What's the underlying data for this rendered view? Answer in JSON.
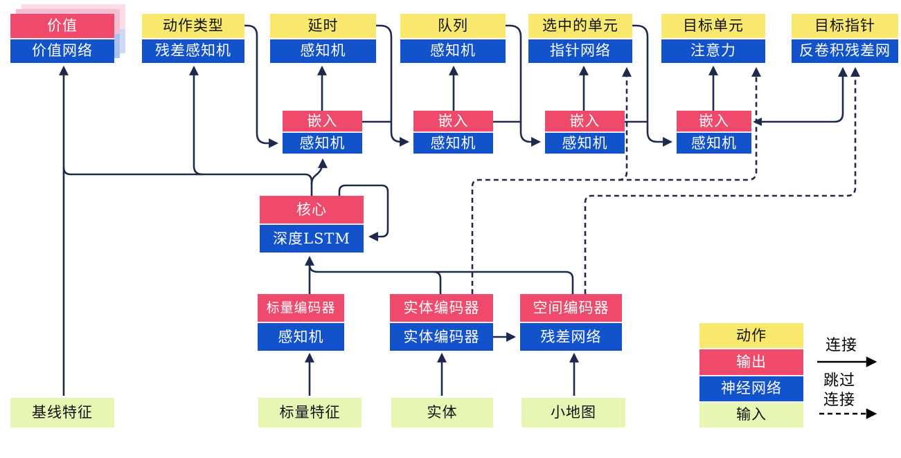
{
  "diagram": {
    "heads": [
      {
        "top": "价值",
        "bottom": "价值网络"
      },
      {
        "top": "动作类型",
        "bottom": "残差感知机"
      },
      {
        "top": "延时",
        "bottom": "感知机"
      },
      {
        "top": "队列",
        "bottom": "感知机"
      },
      {
        "top": "选中的单元",
        "bottom": "指针网络"
      },
      {
        "top": "目标单元",
        "bottom": "注意力"
      },
      {
        "top": "目标指针",
        "bottom": "反卷积残差网"
      }
    ],
    "embeds": [
      {
        "top": "嵌入",
        "bottom": "感知机"
      },
      {
        "top": "嵌入",
        "bottom": "感知机"
      },
      {
        "top": "嵌入",
        "bottom": "感知机"
      },
      {
        "top": "嵌入",
        "bottom": "感知机"
      }
    ],
    "core": {
      "top": "核心",
      "bottom": "深度LSTM"
    },
    "encoders": [
      {
        "top": "标量编码器",
        "bottom": "感知机"
      },
      {
        "top": "实体编码器",
        "bottom": "实体编码器"
      },
      {
        "top": "空间编码器",
        "bottom": "残差网络"
      }
    ],
    "inputs": [
      "基线特征",
      "标量特征",
      "实体",
      "小地图"
    ],
    "legend": {
      "rows": [
        {
          "label": "动作"
        },
        {
          "label": "输出"
        },
        {
          "label": "神经网络"
        },
        {
          "label": "输入"
        }
      ],
      "connect_label": "连接",
      "skip_label_line1": "跳过",
      "skip_label_line2": "连接"
    }
  },
  "colors": {
    "yellow": "#F8E96E",
    "red": "#EF4A6B",
    "blue": "#1253CC",
    "green": "#E8F6B3",
    "line": "#1E2A4D",
    "legend_arrow": "#000000",
    "shadow_pink_1": "#F6BED2",
    "shadow_blue_1": "#A9C2F0",
    "shadow_pink_2": "#FBDCE8",
    "shadow_blue_2": "#CCDAF7"
  }
}
